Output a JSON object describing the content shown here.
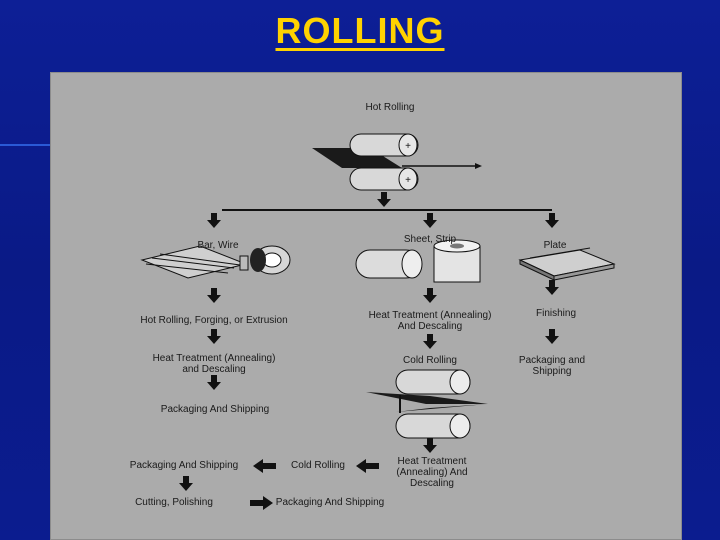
{
  "slide": {
    "title": "ROLLING",
    "background_color": "#0a1a8c",
    "title_color": "#ffd200",
    "panel_color": "#ababab"
  },
  "diagram": {
    "hot_rolling": "Hot Rolling",
    "branches": {
      "bar_wire": {
        "label": "Bar, Wire",
        "steps": [
          "Hot Rolling, Forging, or Extrusion",
          "Heat Treatment (Annealing) and Descaling",
          "Packaging And Shipping"
        ]
      },
      "sheet_strip": {
        "label": "Sheet, Strip",
        "steps": [
          "Heat Treatment (Annealing) And Descaling",
          "Cold Rolling",
          "Heat Treatment (Annealing) And Descaling"
        ]
      },
      "plate": {
        "label": "Plate",
        "steps": [
          "Finishing",
          "Packaging and Shipping"
        ]
      }
    },
    "bottom_flow": {
      "cold_rolling": "Cold Rolling",
      "packaging_left": "Packaging And Shipping",
      "cutting": "Cutting, Polishing",
      "packaging_right": "Packaging And Shipping"
    }
  }
}
